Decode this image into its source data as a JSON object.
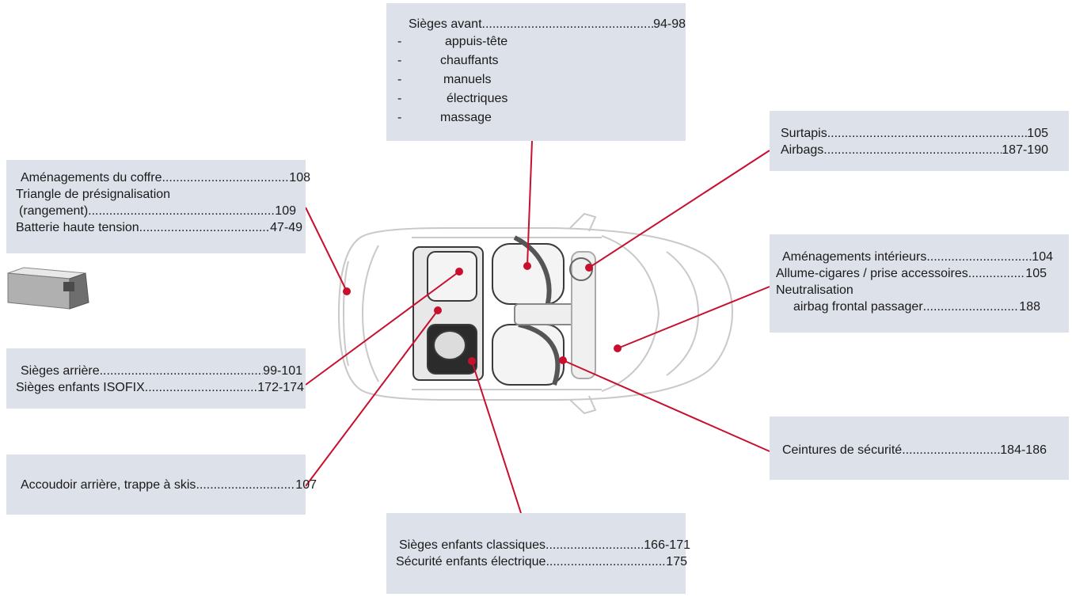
{
  "colors": {
    "callout_line": "#c8102e",
    "box_bg": "#dde1ea",
    "car_line": "#c8c8c8"
  },
  "boxes": {
    "front_seats": {
      "title": {
        "label": "Sièges avant",
        "page": "94-98"
      },
      "items": [
        {
          "dash": "-",
          "text": "appuis-tête"
        },
        {
          "dash": "-",
          "text": "chauffants"
        },
        {
          "dash": "-",
          "text": "manuels"
        },
        {
          "dash": "-",
          "text": "électriques"
        },
        {
          "dash": "-",
          "text": "massage"
        }
      ]
    },
    "mats_airbags": {
      "rows": [
        {
          "label": "Surtapis ",
          "page": " 105"
        },
        {
          "label": "Airbags ",
          "page": "187-190"
        }
      ]
    },
    "trunk": {
      "rows": [
        {
          "label": "Aménagements du coffre ",
          "page": " 108"
        }
      ],
      "line2": "Triangle de présignalisation",
      "row3": {
        "label": "(rangement)",
        "page": "109"
      },
      "row4": {
        "label": "Batterie haute tension",
        "page": "47-49"
      }
    },
    "interior": {
      "row1": {
        "label": "Aménagements intérieurs",
        "page": " 104"
      },
      "row2": {
        "label": "Allume-cigares / prise accessoires ",
        "page": " 105"
      },
      "line3": "Neutralisation",
      "row4": {
        "label": "airbag frontal passager ",
        "page": " 188"
      }
    },
    "rear_seats": {
      "rows": [
        {
          "label": "Sièges arrière ",
          "page": "99-101"
        },
        {
          "label": "Sièges enfants ISOFIX ",
          "page": "172-174"
        }
      ]
    },
    "armrest": {
      "row": {
        "label": "Accoudoir arrière, trappe à skis ",
        "page": " 107"
      }
    },
    "belts": {
      "row": {
        "label": "Ceintures de sécurité",
        "page": "184-186"
      }
    },
    "child_seats": {
      "rows": [
        {
          "label": "Sièges enfants classiques ",
          "page": "166-171"
        },
        {
          "label": "Sécurité enfants électrique ",
          "page": " 175"
        }
      ]
    }
  }
}
